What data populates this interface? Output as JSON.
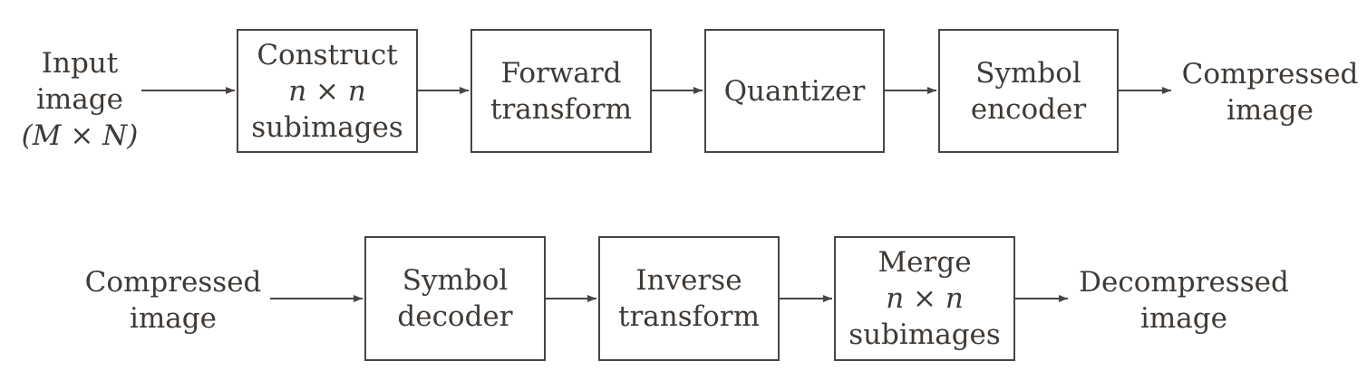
{
  "encoder": {
    "input": [
      "Input",
      "image",
      "(M × N)"
    ],
    "blocks": [
      [
        "Construct",
        "n × n",
        "subimages"
      ],
      [
        "Forward",
        "transform"
      ],
      [
        "Quantizer"
      ],
      [
        "Symbol",
        "encoder"
      ]
    ],
    "output": [
      "Compressed",
      "image"
    ]
  },
  "decoder": {
    "input": [
      "Compressed",
      "image"
    ],
    "blocks": [
      [
        "Symbol",
        "decoder"
      ],
      [
        "Inverse",
        "transform"
      ],
      [
        "Merge",
        "n × n",
        "subimages"
      ]
    ],
    "output": [
      "Decompressed",
      "image"
    ]
  },
  "colors": {
    "stroke": "#4a4542",
    "text": "#3f3a36"
  }
}
